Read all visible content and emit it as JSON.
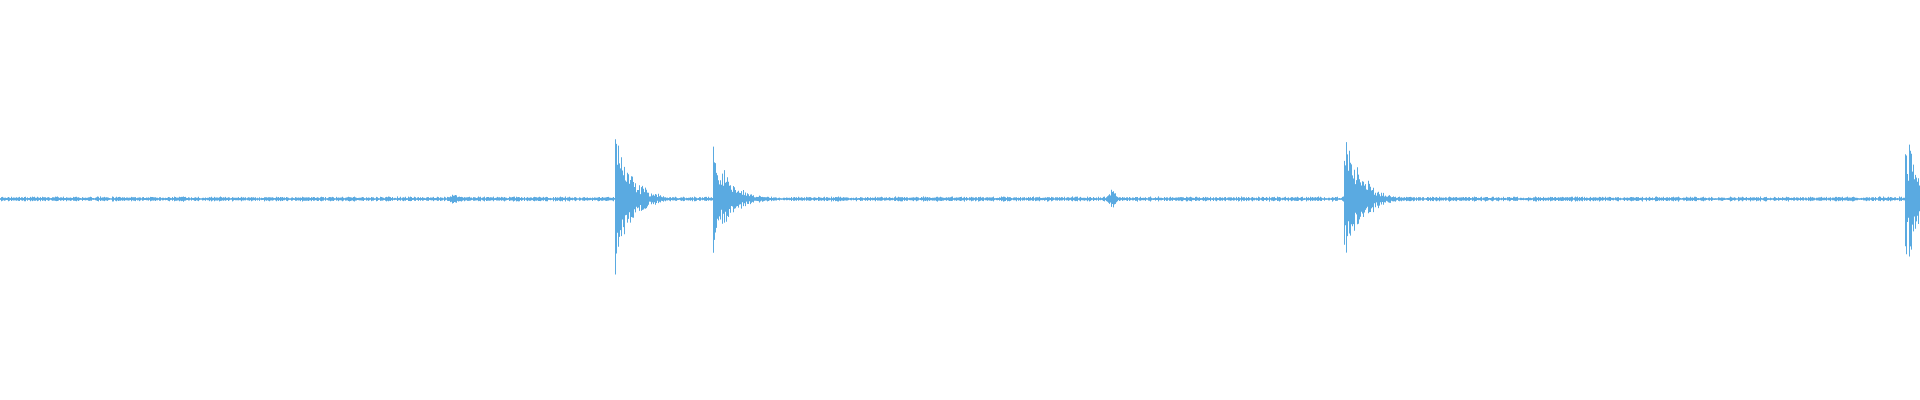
{
  "waveform": {
    "color": "#5aaae1",
    "background": "#ffffff",
    "noise_floor": 0.02,
    "events": [
      {
        "t": 0.095,
        "amplitude": 0.04,
        "kind": "blip"
      },
      {
        "t": 0.14,
        "amplitude": 0.04,
        "kind": "blip"
      },
      {
        "t": 0.236,
        "amplitude": 0.08,
        "kind": "blip"
      },
      {
        "t": 0.32,
        "amplitude": 0.95,
        "kind": "transient"
      },
      {
        "t": 0.371,
        "amplitude": 0.8,
        "kind": "transient"
      },
      {
        "t": 0.579,
        "amplitude": 0.12,
        "kind": "blip"
      },
      {
        "t": 0.7,
        "amplitude": 0.98,
        "kind": "transient"
      },
      {
        "t": 0.992,
        "amplitude": 1.0,
        "kind": "transient"
      }
    ]
  }
}
